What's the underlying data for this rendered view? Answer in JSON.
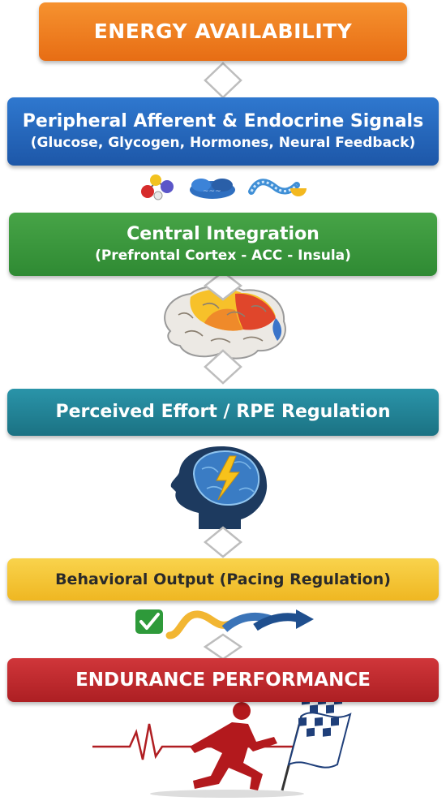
{
  "boxes": {
    "energy": {
      "title": "ENERGY AVAILABILITY"
    },
    "peripheral": {
      "title": "Peripheral Afferent & Endocrine Signals",
      "subtitle": "(Glucose, Glycogen, Hormones, Neural Feedback)"
    },
    "central": {
      "title": "Central Integration",
      "subtitle": "(Prefrontal Cortex - ACC - Insula)"
    },
    "rpe": {
      "title": "Perceived Effort / RPE Regulation"
    },
    "behavior": {
      "title": "Behavioral Output (Pacing Regulation)"
    },
    "endurance": {
      "title": "ENDURANCE PERFORMANCE"
    }
  },
  "icons": [
    "molecule-icon",
    "protein-icon",
    "glycogen-chain-icon",
    "brain-icon",
    "head-lightning-icon",
    "checkmark-icon",
    "pacing-arrow-icon",
    "runner-icon",
    "heartbeat-line-icon",
    "checkered-flag-icon"
  ],
  "colors": {
    "energy": "#e97a1c",
    "peripheral": "#2366ba",
    "central": "#3a9a3c",
    "rpe": "#20829a",
    "behavior": "#f4c430",
    "endurance": "#c0282c"
  }
}
